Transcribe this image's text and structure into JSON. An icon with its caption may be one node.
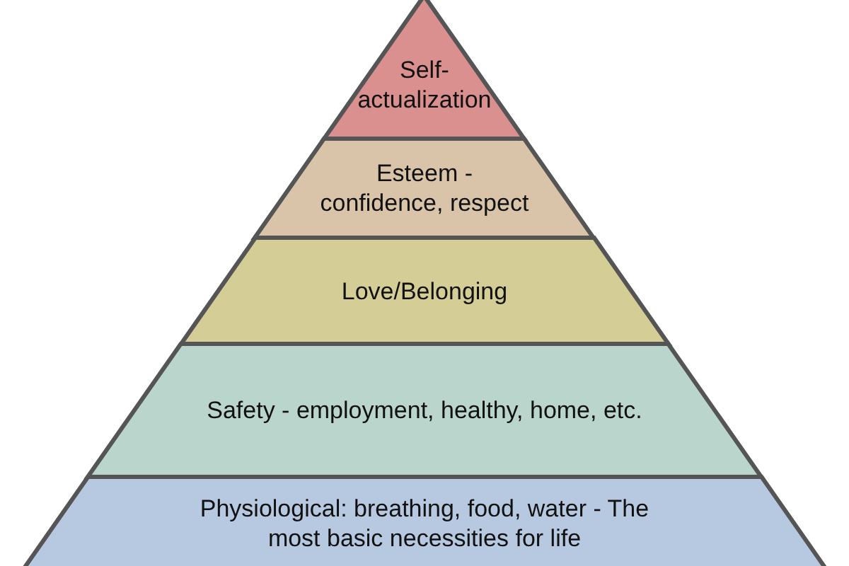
{
  "diagram": {
    "nodes": [
      {
        "text": [
          "Self-actualization"
        ]
      },
      {
        "text": [
          "Esteem - confidence, respect"
        ]
      },
      {
        "text": [
          "Love/Belonging"
        ]
      },
      {
        "text": [
          "Safety - employment, healthy, home, etc."
        ]
      },
      {
        "text": [
          "Physiological: breathing, food, water - The most basic necessities for life"
        ]
      }
    ]
  }
}
